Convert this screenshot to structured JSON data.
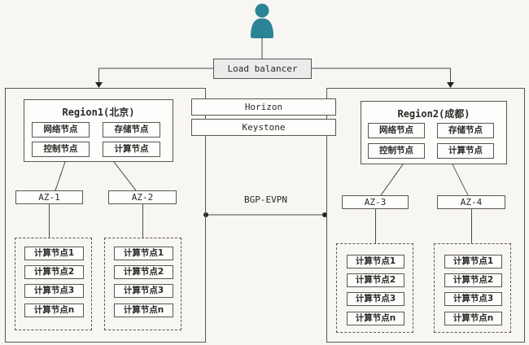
{
  "load_balancer_label": "Load balancer",
  "services": {
    "horizon": "Horizon",
    "keystone": "Keystone"
  },
  "interconnect_label": "BGP-EVPN",
  "icons": {
    "user": "user-icon",
    "arrow_down": "arrow-down-icon"
  },
  "colors": {
    "bg": "#f7f6f3",
    "line": "#4a4a4a",
    "border": "#5a5550",
    "boxfill": "#fdfdfc",
    "lbfill": "#ebebeb",
    "text": "#2b2926",
    "person": "#2a8496"
  },
  "regions": [
    {
      "title": "Region1(北京)",
      "nodes": [
        "网络节点",
        "存储节点",
        "控制节点",
        "计算节点"
      ],
      "azs": [
        {
          "label": "AZ-1",
          "compute_nodes": [
            "计算节点1",
            "计算节点2",
            "计算节点3",
            "计算节点n"
          ]
        },
        {
          "label": "AZ-2",
          "compute_nodes": [
            "计算节点1",
            "计算节点2",
            "计算节点3",
            "计算节点n"
          ]
        }
      ]
    },
    {
      "title": "Region2(成都)",
      "nodes": [
        "网络节点",
        "存储节点",
        "控制节点",
        "计算节点"
      ],
      "azs": [
        {
          "label": "AZ-3",
          "compute_nodes": [
            "计算节点1",
            "计算节点2",
            "计算节点3",
            "计算节点n"
          ]
        },
        {
          "label": "AZ-4",
          "compute_nodes": [
            "计算节点1",
            "计算节点2",
            "计算节点3",
            "计算节点n"
          ]
        }
      ]
    }
  ]
}
